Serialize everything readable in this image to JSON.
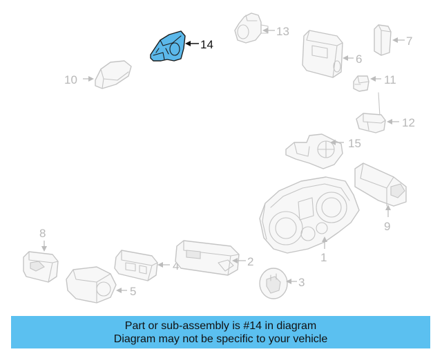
{
  "callouts": {
    "c1": "1",
    "c2": "2",
    "c3": "3",
    "c4": "4",
    "c5": "5",
    "c6": "6",
    "c7": "7",
    "c8": "8",
    "c9": "9",
    "c10": "10",
    "c11": "11",
    "c12": "12",
    "c13": "13",
    "c14": "14",
    "c15": "15"
  },
  "highlighted_part": "14",
  "colors": {
    "highlight_fill": "#5bb8ea",
    "banner_background": "#5bc0f0",
    "part_outline": "#c4c4c4"
  },
  "banner": {
    "line1": "Part or sub-assembly is #14 in diagram",
    "line2": "Diagram may not be specific to your vehicle"
  }
}
